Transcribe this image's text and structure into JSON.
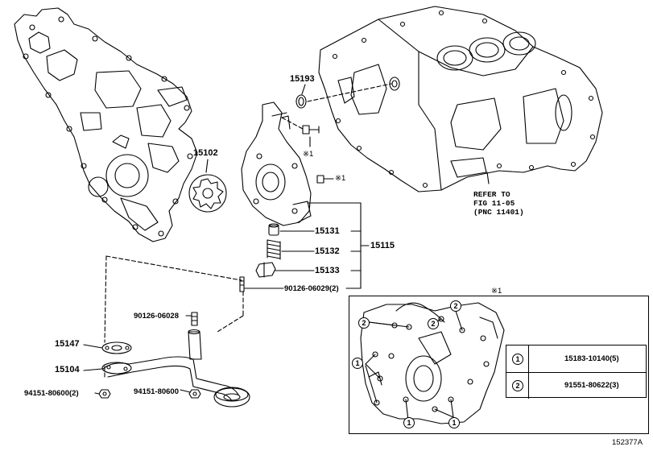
{
  "parts": {
    "p15193": "15193",
    "p15102": "15102",
    "p15131": "15131",
    "p15132": "15132",
    "p15133": "15133",
    "p15115": "15115",
    "p90126_06029": "90126-06029(2)",
    "p90126_06028": "90126-06028",
    "p15147": "15147",
    "p15104": "15104",
    "p94151_80600_2": "94151-80600(2)",
    "p94151_80600": "94151-80600"
  },
  "refer": {
    "line1": "REFER TO",
    "line2": "FIG 11-05",
    "line3": "(PNC 11401)"
  },
  "marks": {
    "note_a": "※1",
    "note_b": "※1",
    "inset_title": "※1"
  },
  "callouts": {
    "one": "1",
    "two": "2"
  },
  "legend": {
    "row1": {
      "num": "1",
      "part": "15183-10140(5)"
    },
    "row2": {
      "num": "2",
      "part": "91551-80622(3)"
    }
  },
  "figure_id": "152377A"
}
